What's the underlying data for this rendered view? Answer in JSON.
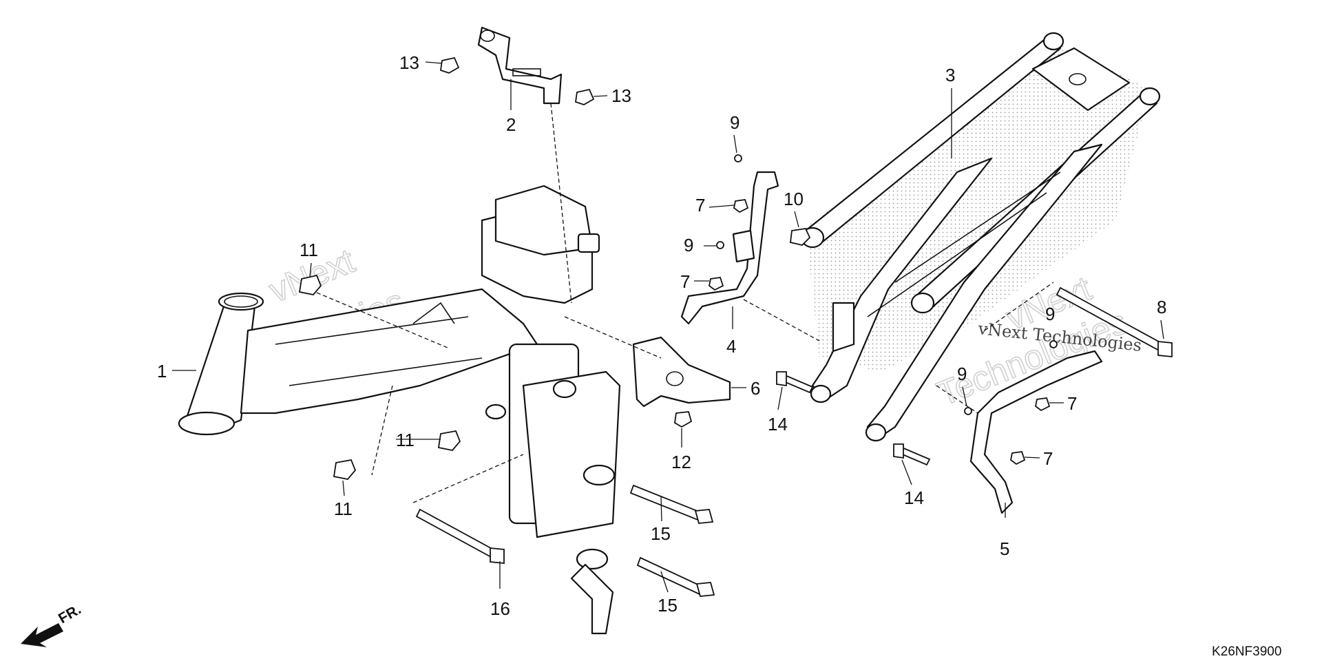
{
  "diagram_code": "K26NF3900",
  "direction_label": "FR.",
  "watermark": {
    "line1": "vNext",
    "line2": "Technologies",
    "small": "vNext Technologies"
  },
  "callouts": {
    "c1": "1",
    "c2": "2",
    "c3": "3",
    "c4": "4",
    "c5": "5",
    "c6": "6",
    "c7a": "7",
    "c7b": "7",
    "c7c": "7",
    "c7d": "7",
    "c8": "8",
    "c9a": "9",
    "c9b": "9",
    "c9c": "9",
    "c9d": "9",
    "c10": "10",
    "c11a": "11",
    "c11b": "11",
    "c11c": "11",
    "c12": "12",
    "c13a": "13",
    "c13b": "13",
    "c14a": "14",
    "c14b": "14",
    "c15a": "15",
    "c15b": "15",
    "c16": "16"
  }
}
